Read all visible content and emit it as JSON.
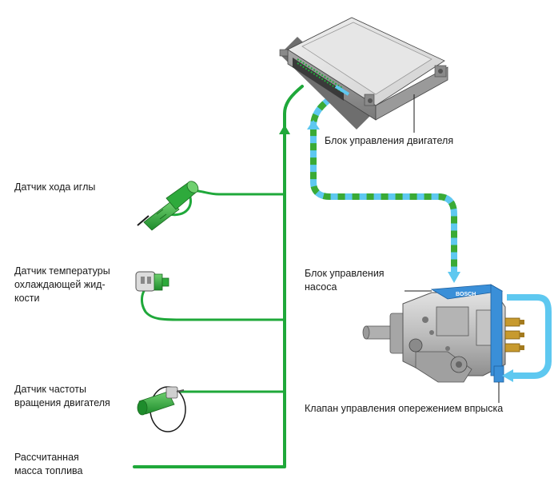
{
  "labels": {
    "needle_sensor": "Датчик хода иглы",
    "coolant_sensor": "Датчик температуры\nохлаждающей жид-\nкости",
    "rpm_sensor": "Датчик частоты\nвращения двигателя",
    "fuel_mass": "Рассчитанная\nмасса топлива",
    "ecu": "Блок управления двигателя",
    "pump_control_unit": "Блок управления\nнасоса",
    "injection_timing_valve": "Клапан управления опережением впрыска",
    "pump_brand": "BOSCH"
  },
  "colors": {
    "signal_line": "#1fa83a",
    "can_line_blue": "#5ec8f0",
    "can_line_green": "#3aaa35",
    "component_green": "#2eaa3c",
    "ecu_body": "#d9d9d9",
    "pump_body": "#c8c8c8",
    "pump_control_blue": "#3a8fd8"
  }
}
